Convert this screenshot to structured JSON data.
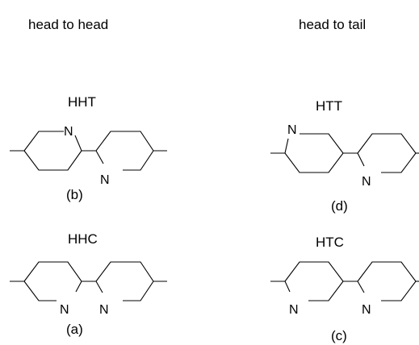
{
  "headers": {
    "left": "head to head",
    "right": "head to tail"
  },
  "structures": [
    {
      "id": "hht",
      "name": "HHT",
      "tag": "(b)",
      "atoms": [
        "N",
        "N"
      ]
    },
    {
      "id": "htt",
      "name": "HTT",
      "tag": "(d)",
      "atoms": [
        "N",
        "N"
      ]
    },
    {
      "id": "hhc",
      "name": "HHC",
      "tag": "(a)",
      "atoms": [
        "N",
        "N"
      ]
    },
    {
      "id": "htc",
      "name": "HTC",
      "tag": "(c)",
      "atoms": [
        "N",
        "N"
      ]
    }
  ]
}
